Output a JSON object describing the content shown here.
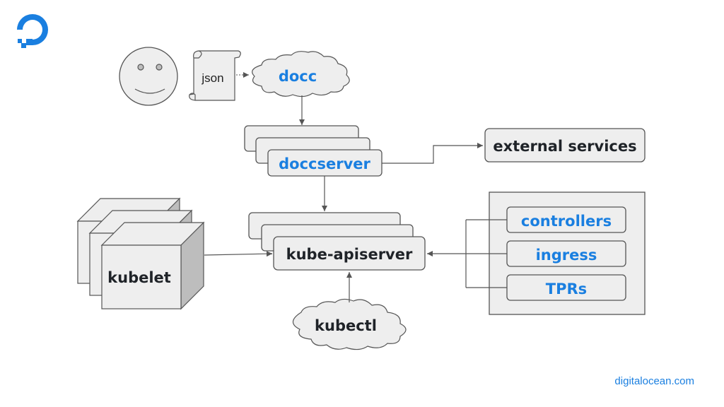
{
  "brand": {
    "logo_icon": "digitalocean-logo-icon",
    "accent": "#1a7fe0",
    "footer_url": "digitalocean.com"
  },
  "nodes": {
    "json": "json",
    "docc": "docc",
    "doccserver": "doccserver",
    "external_services": "external services",
    "kube_apiserver": "kube-apiserver",
    "kubelet": "kubelet",
    "kubectl": "kubectl",
    "controllers": "controllers",
    "ingress": "ingress",
    "tprs": "TPRs"
  },
  "icons": {
    "user": "smiley-face-icon",
    "document": "scroll-document-icon",
    "cloud": "cloud-icon"
  }
}
